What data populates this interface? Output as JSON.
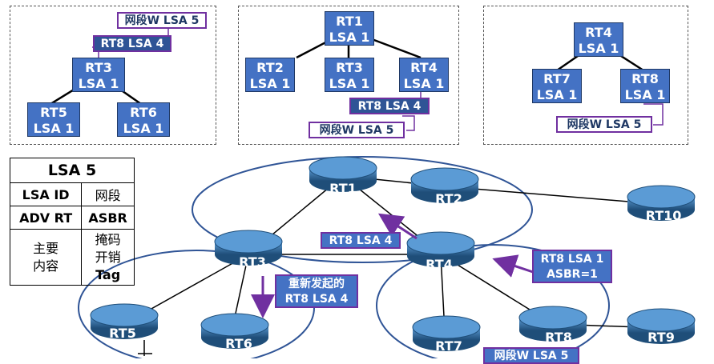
{
  "panels": {
    "left": {
      "rt3": [
        "RT3",
        "LSA 1"
      ],
      "rt5": [
        "RT5",
        "LSA 1"
      ],
      "rt6": [
        "RT6",
        "LSA 1"
      ],
      "tag_rt8": "RT8 LSA 4",
      "tag_net": "网段W LSA 5"
    },
    "middle": {
      "rt1": [
        "RT1",
        "LSA 1"
      ],
      "rt2": [
        "RT2",
        "LSA 1"
      ],
      "rt3": [
        "RT3",
        "LSA 1"
      ],
      "rt4": [
        "RT4",
        "LSA 1"
      ],
      "tag_rt8": "RT8 LSA 4",
      "tag_net": "网段W LSA 5"
    },
    "right": {
      "rt4": [
        "RT4",
        "LSA 1"
      ],
      "rt7": [
        "RT7",
        "LSA 1"
      ],
      "rt8": [
        "RT8",
        "LSA 1"
      ],
      "tag_net": "网段W LSA 5"
    }
  },
  "table": {
    "title": "LSA 5",
    "row1": [
      "LSA ID",
      "网段"
    ],
    "row2": [
      "ADV RT",
      "ASBR"
    ],
    "row3_left": [
      "主要",
      "内容"
    ],
    "row3_right": [
      "掩码",
      "开销",
      "Tag"
    ]
  },
  "routers": {
    "rt1": "RT1",
    "rt2": "RT2",
    "rt3": "RT3",
    "rt4": "RT4",
    "rt5": "RT5",
    "rt6": "RT6",
    "rt7": "RT7",
    "rt8": "RT8",
    "rt9": "RT9",
    "rt10": "RT10"
  },
  "callouts": {
    "rt8_lsa4": "RT8 LSA 4",
    "regen": [
      "重新发起的",
      "RT8 LSA 4"
    ],
    "rt8_lsa1": [
      "RT8 LSA 1",
      "ASBR=1"
    ],
    "net_lsa5": "网段W LSA 5"
  },
  "colors": {
    "node_blue": "#4472c4",
    "tag_border": "#7030a0",
    "arrow": "#7030a0",
    "area_ring": "#2f5496"
  }
}
